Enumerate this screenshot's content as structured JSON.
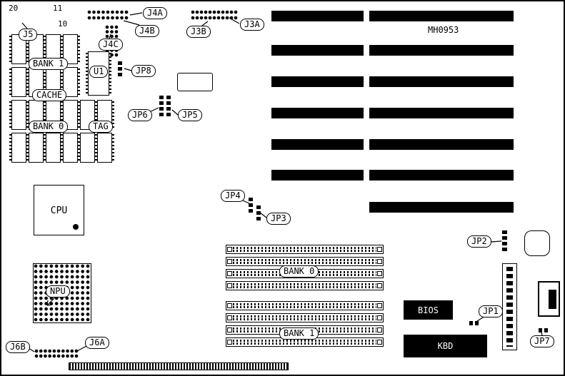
{
  "part_number": "MH0953",
  "pins": {
    "n20": "20",
    "n11": "11",
    "n10": "10"
  },
  "labels": {
    "j5": "J5",
    "j4a": "J4A",
    "j4b": "J4B",
    "j4c": "J4C",
    "j3b": "J3B",
    "j3a": "J3A",
    "jp1": "JP1",
    "jp2": "JP2",
    "jp3": "JP3",
    "jp4": "JP4",
    "jp5": "JP5",
    "jp6": "JP6",
    "jp7": "JP7",
    "jp8": "JP8",
    "j6a": "J6A",
    "j6b": "J6B",
    "u1": "U1",
    "cache_bank1": "BANK 1",
    "cache": "CACHE",
    "cache_bank0": "BANK 0",
    "tag": "TAG",
    "simm_bank0": "BANK 0",
    "simm_bank1": "BANK 1",
    "cpu": "CPU",
    "npu": "NPU",
    "bios": "BIOS",
    "kbd": "KBD"
  },
  "colors": {
    "ink": "#000000",
    "paper": "#ffffff"
  }
}
